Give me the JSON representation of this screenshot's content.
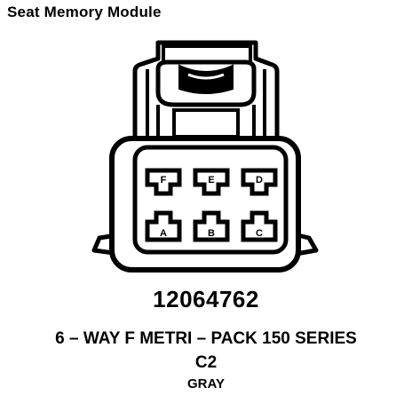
{
  "title": "Seat Memory Module",
  "part_number": "12064762",
  "description": "6 – WAY F METRI – PACK 150 SERIES",
  "connector_id": "C2",
  "connector_color": "GRAY",
  "pins": [
    {
      "label": "F"
    },
    {
      "label": "E"
    },
    {
      "label": "D"
    },
    {
      "label": "A"
    },
    {
      "label": "B"
    },
    {
      "label": "C"
    }
  ]
}
